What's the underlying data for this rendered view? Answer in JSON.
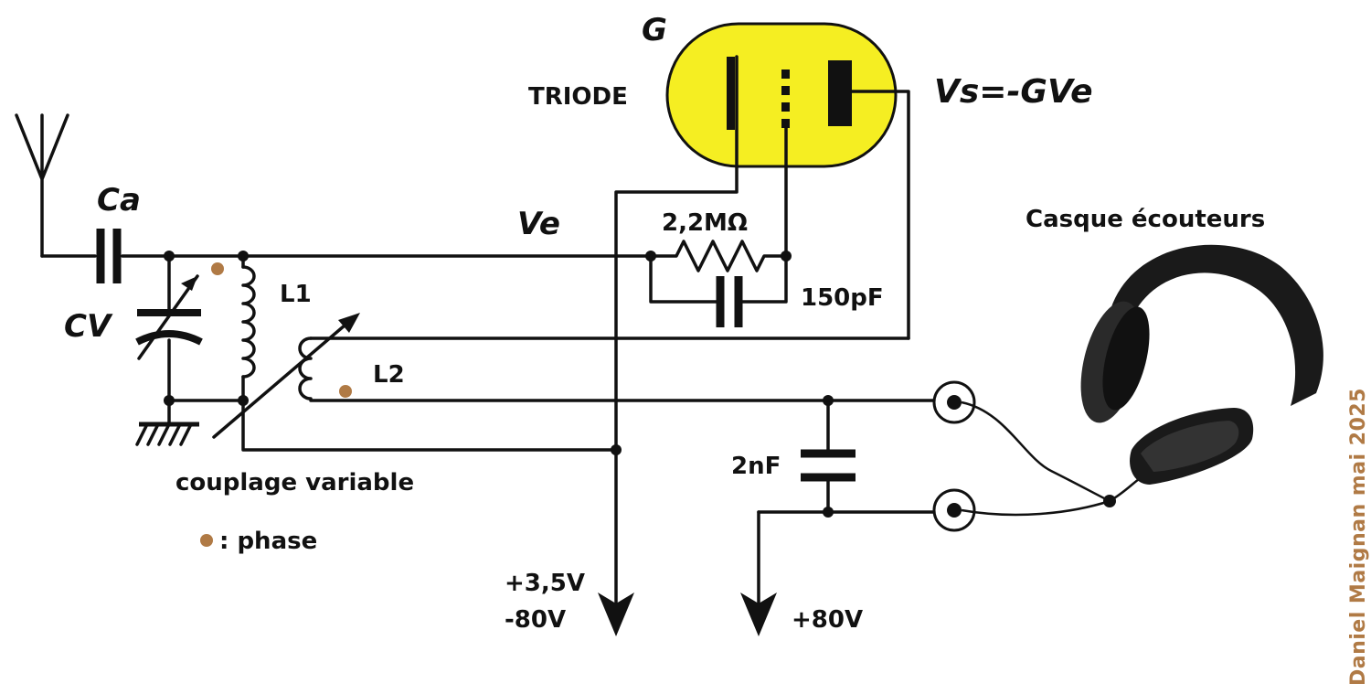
{
  "labels": {
    "tube_gain": "G",
    "tube_name": "TRIODE",
    "output_eq": "Vs=-GVe",
    "input_voltage": "Ve",
    "grid_resistor": "2,2MΩ",
    "grid_capacitor": "150pF",
    "antenna_cap": "Ca",
    "variable_cap": "CV",
    "coil_1": "L1",
    "coil_2": "L2",
    "coupling": "couplage variable",
    "phase_legend": ": phase",
    "supply_left_1": "+3,5V",
    "supply_left_2": "-80V",
    "bypass_cap": "2nF",
    "supply_right": "+80V",
    "headphones": "Casque écouteurs",
    "credit": "Daniel Maignan mai 2025"
  },
  "colors": {
    "tube_fill": "#f5ee22",
    "wire": "#111111",
    "phase_dot": "#b07a45",
    "credit": "#b07a45"
  }
}
